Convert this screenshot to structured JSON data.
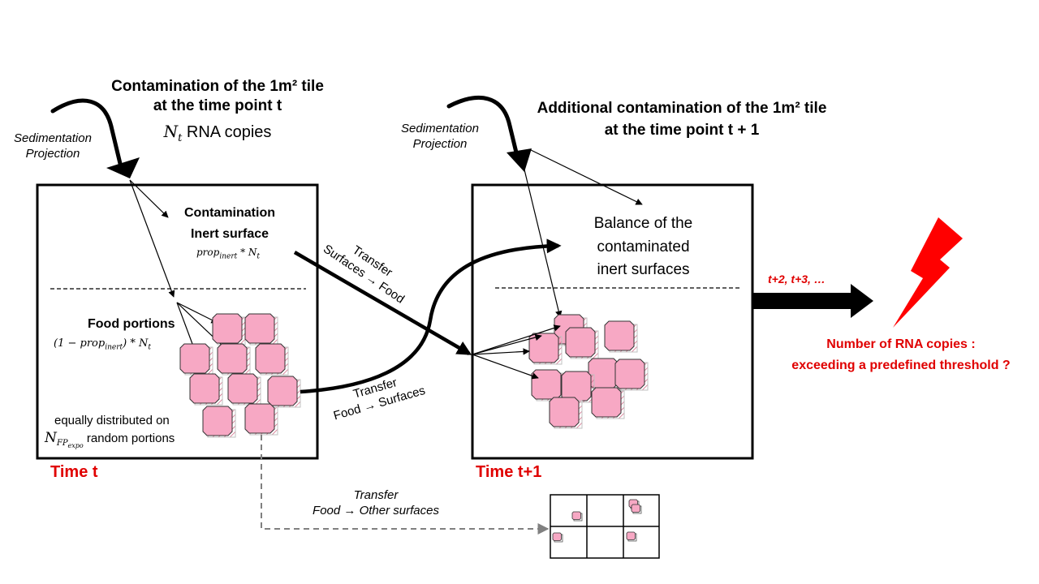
{
  "left": {
    "title_line1": "Contamination of the 1m² tile",
    "title_line2": "at the time point t",
    "title_var": "N",
    "title_var_sub": "t",
    "title_suffix": "RNA copies",
    "deposit_line1": "Sedimentation",
    "deposit_line2": "Projection",
    "inert_line1": "Contamination",
    "inert_line2": "Inert surface",
    "inert_formula_a": "prop",
    "inert_formula_sub": "inert",
    "inert_formula_b": " * N",
    "inert_formula_sub2": "t",
    "food_label": "Food portions",
    "food_formula_a": "(1 − prop",
    "food_formula_sub": "inert",
    "food_formula_b": ") * N",
    "food_formula_sub2": "t",
    "equally_line1": "equally distributed on",
    "equally_var": "N",
    "equally_sub": "FP",
    "equally_subsub": "expo",
    "equally_line2": "random portions",
    "time_label": "Time t"
  },
  "transfers": {
    "surf_food_line1": "Transfer",
    "surf_food_line2": "Surfaces → Food",
    "food_surf_line1": "Transfer",
    "food_surf_line2": "Food → Surfaces",
    "food_other_line1": "Transfer",
    "food_other_line2": "Food → Other surfaces"
  },
  "right": {
    "title_line1": "Additional contamination of the 1m² tile",
    "title_line2": "at the time point t + 1",
    "deposit_line1": "Sedimentation",
    "deposit_line2": "Projection",
    "balance_line1": "Balance of the",
    "balance_line2": "contaminated",
    "balance_line3": "inert surfaces",
    "time_label": "Time t+1"
  },
  "next": {
    "steps_label": "t+2, t+3, …",
    "question_line1": "Number of RNA copies :",
    "question_line2": "exceeding a predefined threshold ?"
  },
  "colors": {
    "accent_red": "#e00000",
    "food_pink": "#f7a8c4"
  },
  "icons": [
    "lightning-bolt-icon",
    "arrow-icon"
  ]
}
